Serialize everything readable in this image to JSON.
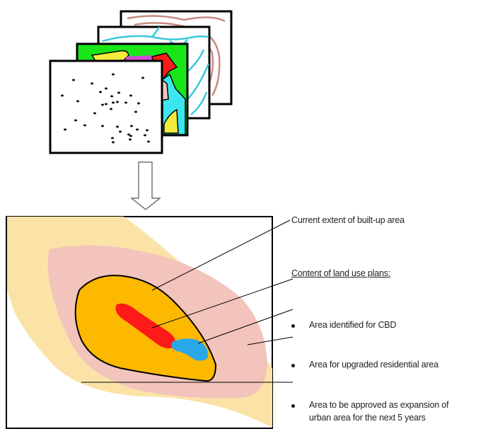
{
  "labels": {
    "built_up": "Current extent of built-up area",
    "plans_heading": "Content of land use plans:",
    "items": [
      "Area identified for CBD",
      "Area for upgraded residential area",
      "Area to be approved as expansion of",
      "urban area for the next 5 years"
    ]
  },
  "colors": {
    "beige": "#fbe3a8",
    "pink": "#f2c4bb",
    "orange": "#fcb900",
    "red": "#ff1a1a",
    "blue": "#29a8e8",
    "topo": "#c88a80",
    "river": "#3cc8d8",
    "green": "#19e619"
  }
}
